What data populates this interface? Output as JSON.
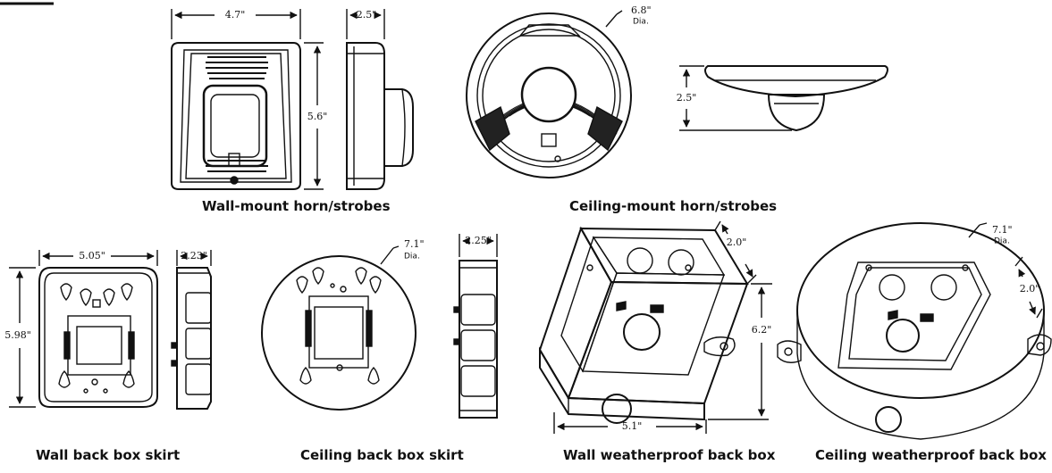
{
  "captions": {
    "wall_horn": "Wall-mount horn/strobes",
    "ceiling_horn": "Ceiling-mount horn/strobes",
    "wall_skirt": "Wall back box skirt",
    "ceiling_skirt": "Ceiling back box skirt",
    "wall_weather": "Wall weatherproof back box",
    "ceiling_weather": "Ceiling weatherproof back box"
  },
  "dims": {
    "wall_horn_width": "4.7\"",
    "wall_horn_height": "5.6\"",
    "wall_horn_depth": "2.5\"",
    "ceiling_horn_dia": "6.8\"",
    "ceiling_horn_dia_label": "Dia.",
    "ceiling_horn_depth": "2.5\"",
    "wall_skirt_width": "5.05\"",
    "wall_skirt_height": "5.98\"",
    "wall_skirt_depth": "2.23\"",
    "ceiling_skirt_dia": "7.1\"",
    "ceiling_skirt_dia_label": "Dia.",
    "ceiling_skirt_depth": "2.25\"",
    "wall_weather_depth": "2.0\"",
    "wall_weather_height": "6.2\"",
    "wall_weather_width": "5.1\"",
    "ceiling_weather_dia": "7.1\"",
    "ceiling_weather_dia_label": "Dia.",
    "ceiling_weather_depth": "2.0\""
  }
}
